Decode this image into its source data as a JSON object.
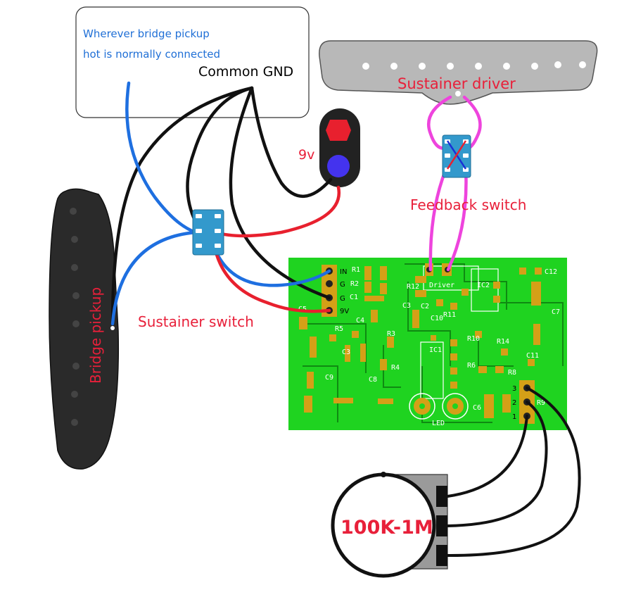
{
  "note": {
    "line1": "Wherever bridge pickup",
    "line2": "hot is normally connected",
    "ground": "Common GND"
  },
  "labels": {
    "sustainer_driver": "Sustainer driver",
    "feedback_switch": "Feedback switch",
    "sustainer_switch": "Sustainer switch",
    "bridge_pickup": "Bridge pickup",
    "battery": "9v",
    "pot": "100K-1M"
  },
  "pcb": {
    "header_pins": [
      "IN",
      "G",
      "G",
      "9V"
    ],
    "pot_pins": [
      "3",
      "2",
      "1"
    ],
    "pot_label": "R9",
    "driver_label": "Driver",
    "led_label": "LED",
    "components": [
      "R1",
      "R2",
      "C1",
      "R12",
      "C3",
      "C2",
      "C10",
      "IC2",
      "R11",
      "C12",
      "C7",
      "C5",
      "R5",
      "C4",
      "C3",
      "R3",
      "IC1",
      "R10",
      "R14",
      "C11",
      "R8",
      "R4",
      "C8",
      "C9",
      "R6",
      "C6"
    ]
  },
  "colors": {
    "wire_black": "#111111",
    "wire_blue": "#1e6fe0",
    "wire_red": "#e8202e",
    "wire_magenta": "#ee44dd",
    "pcb_green": "#1fd320",
    "pad_gold": "#d4a017",
    "switch_blue": "#3399cc",
    "pickup_grey": "#b9b9b9",
    "pickup_black": "#2a2a2a"
  }
}
